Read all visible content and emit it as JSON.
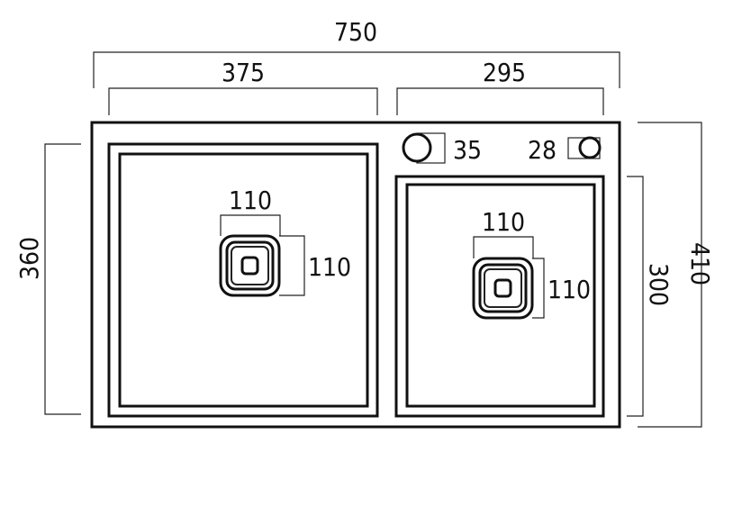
{
  "drawing": {
    "overall_width": "750",
    "left_bowl_width": "375",
    "right_bowl_width": "295",
    "left_bowl_depth": "360",
    "overall_depth": "410",
    "right_bowl_depth": "300",
    "left_drain_width": "110",
    "left_drain_height": "110",
    "right_drain_width": "110",
    "right_drain_height": "110",
    "tap_hole_diameter": "35",
    "overflow_hole_diameter": "28"
  },
  "colors": {
    "line": "#111111",
    "background": "#ffffff"
  }
}
